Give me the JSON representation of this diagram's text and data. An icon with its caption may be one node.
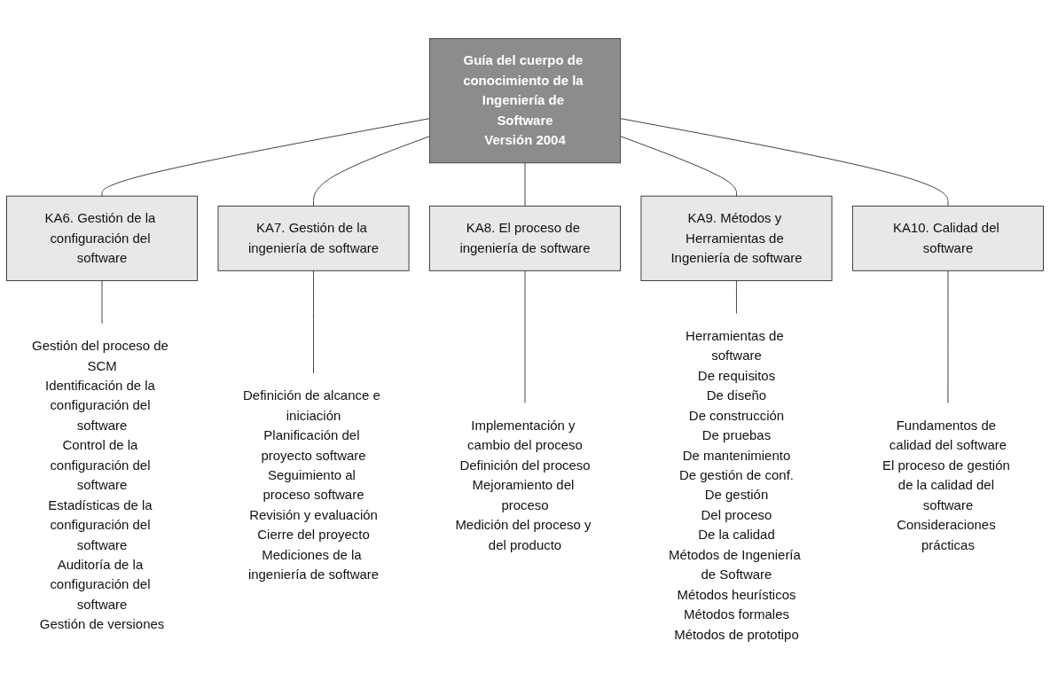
{
  "diagram": {
    "nodes": [
      {
        "text": [
          "Guía del cuerpo de conocimiento de la Ingeniería de Software",
          "Versión 2004"
        ]
      },
      {
        "text": [
          "KA6. Gestión de la configuración del software"
        ]
      },
      {
        "text": [
          "KA7. Gestión de la ingeniería de software"
        ]
      },
      {
        "text": [
          "KA8. El proceso de ingeniería de software"
        ]
      },
      {
        "text": [
          "KA9. Métodos y Herramientas de Ingeniería de software"
        ]
      },
      {
        "text": [
          "KA10. Calidad del software"
        ]
      },
      {
        "text": [
          "Gestión del proceso de SCM",
          "Identificación de la configuración del software",
          "Control de la configuración del software",
          "Estadísticas de la configuración del software",
          "Auditoría de la configuración del software",
          "Gestión de versiones"
        ]
      },
      {
        "text": [
          "Definición de alcance e iniciación",
          "Planificación del proyecto software",
          "Seguimiento al proceso software",
          "Revisión y evaluación",
          "Cierre del proyecto",
          "Mediciones de la ingeniería de software"
        ]
      },
      {
        "text": [
          "Implementación y cambio del proceso",
          "Definición del proceso",
          "Mejoramiento del proceso",
          "Medición del proceso y del producto"
        ]
      },
      {
        "text": [
          "Herramientas de software",
          "De requisitos",
          "De diseño",
          "De construcción",
          "De pruebas",
          "De mantenimiento",
          "De gestión de conf.",
          "De gestión",
          "Del proceso",
          "De la calidad",
          "Métodos de Ingeniería de Software",
          "Métodos heurísticos",
          "Métodos formales",
          "Métodos de prototipo"
        ]
      },
      {
        "text": [
          "Fundamentos de calidad del software",
          "El proceso de gestión de la calidad del software",
          "Consideraciones prácticas"
        ]
      }
    ],
    "edges": [
      {
        "from": 0,
        "to": 1,
        "arrow": "none"
      },
      {
        "from": 0,
        "to": 2,
        "arrow": "none"
      },
      {
        "from": 0,
        "to": 3,
        "arrow": "none"
      },
      {
        "from": 0,
        "to": 4,
        "arrow": "none"
      },
      {
        "from": 0,
        "to": 5,
        "arrow": "none"
      },
      {
        "from": 1,
        "to": 6,
        "arrow": "none"
      },
      {
        "from": 2,
        "to": 7,
        "arrow": "none"
      },
      {
        "from": 3,
        "to": 8,
        "arrow": "none"
      },
      {
        "from": 4,
        "to": 9,
        "arrow": "none"
      },
      {
        "from": 5,
        "to": 10,
        "arrow": "none"
      }
    ]
  }
}
